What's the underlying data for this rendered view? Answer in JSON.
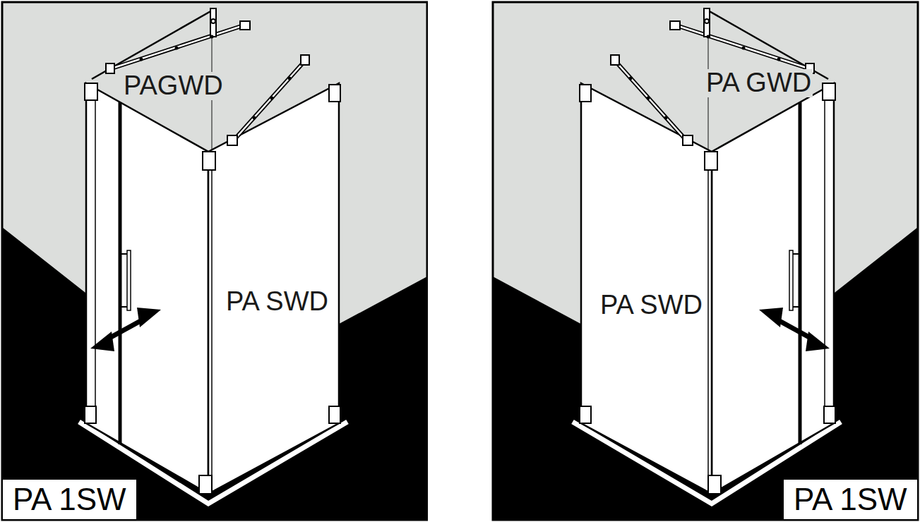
{
  "diagram": {
    "nodes": [
      {
        "text": [
          "PA 1SW"
        ]
      },
      {
        "text": [
          "PA 1SW"
        ]
      }
    ],
    "labels": [
      "PAGWD",
      "PA GWD",
      "PA SWD",
      "PA SWD"
    ]
  }
}
